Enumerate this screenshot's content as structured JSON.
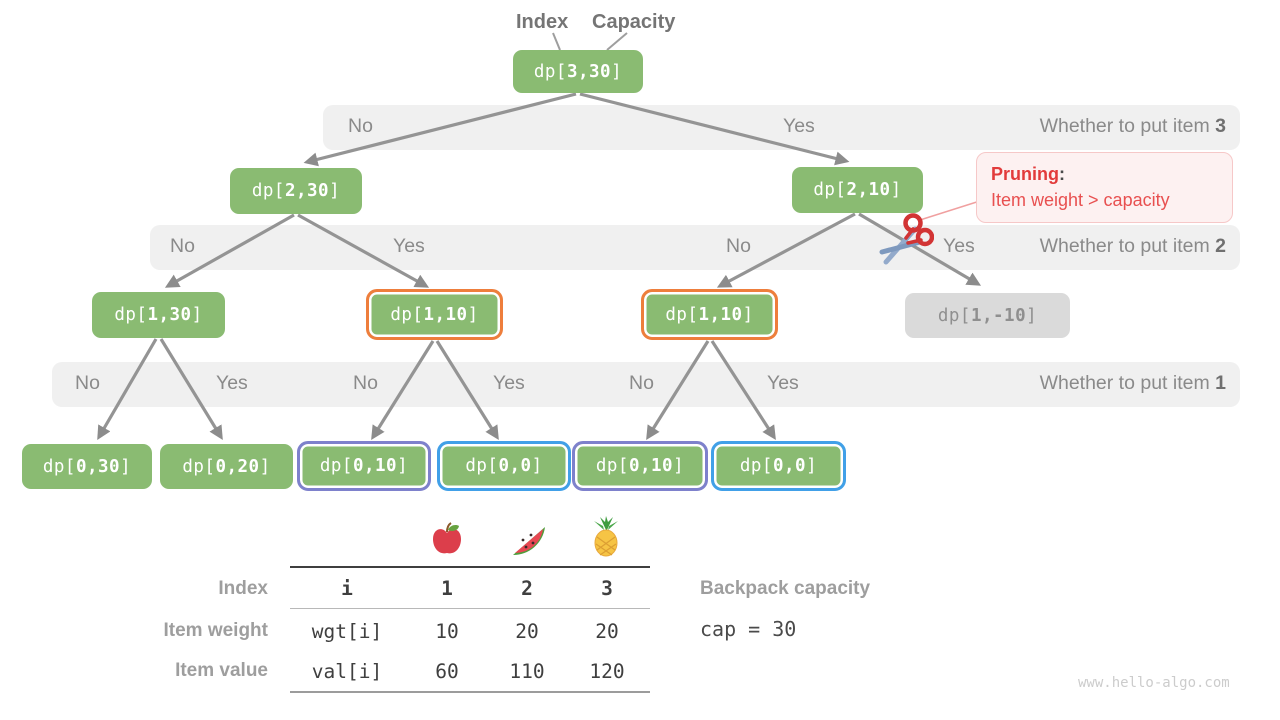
{
  "pointers": {
    "index": "Index",
    "capacity": "Capacity"
  },
  "nodes": {
    "dp330": {
      "label": "dp[3,30]"
    },
    "dp230": {
      "label": "dp[2,30]"
    },
    "dp210": {
      "label": "dp[2,10]"
    },
    "dp130": {
      "label": "dp[1,30]"
    },
    "dp110a": {
      "label": "dp[1,10]"
    },
    "dp110b": {
      "label": "dp[1,10]"
    },
    "dp1m10": {
      "label": "dp[1,-10]"
    },
    "dp030": {
      "label": "dp[0,30]"
    },
    "dp020": {
      "label": "dp[0,20]"
    },
    "dp010a": {
      "label": "dp[0,10]"
    },
    "dp000a": {
      "label": "dp[0,0]"
    },
    "dp010b": {
      "label": "dp[0,10]"
    },
    "dp000b": {
      "label": "dp[0,0]"
    }
  },
  "bands": [
    {
      "question": "Whether to put item ",
      "item": "3",
      "choices": [
        "No",
        "Yes"
      ]
    },
    {
      "question": "Whether to put item ",
      "item": "2",
      "choices": [
        "No",
        "Yes",
        "No",
        "Yes"
      ]
    },
    {
      "question": "Whether to put item ",
      "item": "1",
      "choices": [
        "No",
        "Yes",
        "No",
        "Yes",
        "No",
        "Yes"
      ]
    }
  ],
  "pruning": {
    "title": "Pruning",
    "colon": ":",
    "detail": "Item weight > capacity"
  },
  "table": {
    "row_labels": [
      "Index",
      "Item weight",
      "Item value"
    ],
    "header": [
      "i",
      "1",
      "2",
      "3"
    ],
    "weights": [
      "wgt[i]",
      "10",
      "20",
      "20"
    ],
    "values": [
      "val[i]",
      "60",
      "110",
      "120"
    ],
    "fruit_icons": [
      "apple-icon",
      "watermelon-icon",
      "pineapple-icon"
    ]
  },
  "capacity": {
    "label": "Backpack capacity",
    "value": "cap = 30"
  },
  "watermark": "www.hello-algo.com",
  "colors": {
    "node_green": "#8ABB72",
    "node_gray_bg": "#DADADA",
    "node_gray_text": "#8F8F8F",
    "highlight_orange": "#EE7E3C",
    "highlight_blue": "#41A0E8",
    "highlight_purple": "#7E81CC",
    "band_bg": "#F0F0F0",
    "arrow_gray": "#8C8C8C",
    "pruning_red": "#E54949"
  }
}
